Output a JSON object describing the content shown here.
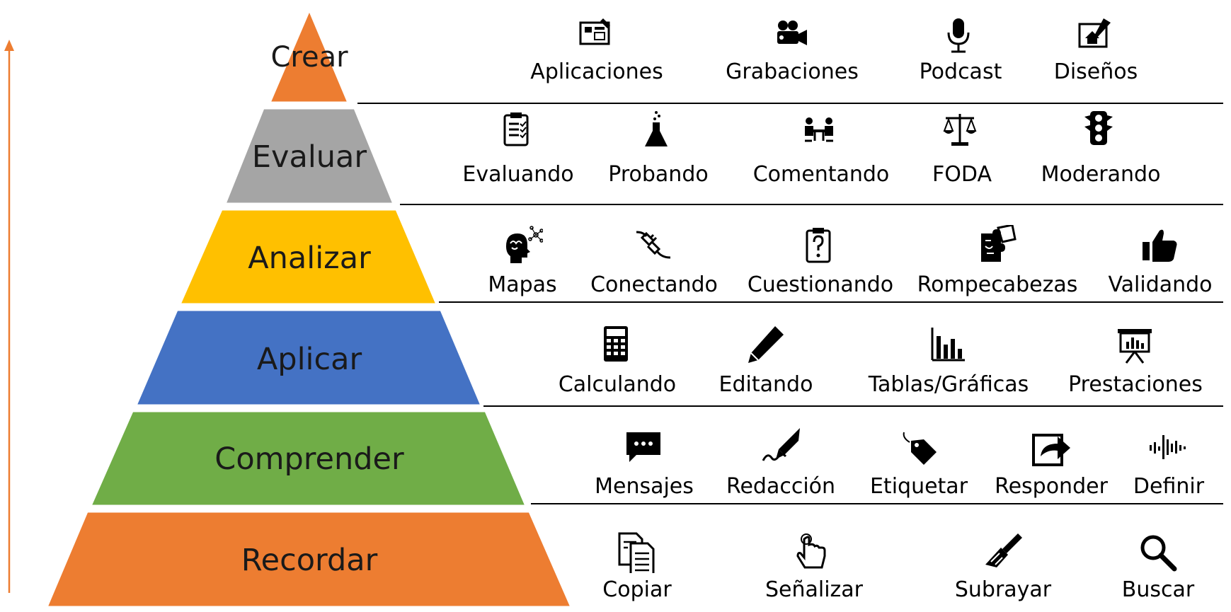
{
  "diagram": {
    "arrow_color": "#ED7D31",
    "separator_color": "#000000",
    "levels": [
      {
        "label": "Crear",
        "color": "#ED7D31",
        "items": [
          {
            "label": "Aplicaciones",
            "icon": "blueprint-icon"
          },
          {
            "label": "Grabaciones",
            "icon": "video-camera-icon"
          },
          {
            "label": "Podcast",
            "icon": "microphone-icon"
          },
          {
            "label": "Diseños",
            "icon": "house-design-icon"
          }
        ]
      },
      {
        "label": "Evaluar",
        "color": "#A5A5A5",
        "items": [
          {
            "label": "Evaluando",
            "icon": "checklist-icon"
          },
          {
            "label": "Probando",
            "icon": "flask-icon"
          },
          {
            "label": "Comentando",
            "icon": "meeting-icon"
          },
          {
            "label": "FODA",
            "icon": "scales-icon"
          },
          {
            "label": "Moderando",
            "icon": "traffic-light-icon"
          }
        ]
      },
      {
        "label": "Analizar",
        "color": "#FFC000",
        "items": [
          {
            "label": "Mapas",
            "icon": "brain-network-icon"
          },
          {
            "label": "Conectando",
            "icon": "plug-icon"
          },
          {
            "label": "Cuestionando",
            "icon": "question-clipboard-icon"
          },
          {
            "label": "Rompecabezas",
            "icon": "puzzle-icon"
          },
          {
            "label": "Validando",
            "icon": "thumbs-up-icon"
          }
        ]
      },
      {
        "label": "Aplicar",
        "color": "#4472C4",
        "items": [
          {
            "label": "Calculando",
            "icon": "calculator-icon"
          },
          {
            "label": "Editando",
            "icon": "pencil-icon"
          },
          {
            "label": "Tablas/Gráficas",
            "icon": "bar-chart-icon"
          },
          {
            "label": "Prestaciones",
            "icon": "presentation-icon"
          }
        ]
      },
      {
        "label": "Comprender",
        "color": "#70AD47",
        "items": [
          {
            "label": "Mensajes",
            "icon": "chat-bubble-icon"
          },
          {
            "label": "Redacción",
            "icon": "fountain-pen-icon"
          },
          {
            "label": "Etiquetar",
            "icon": "tag-icon"
          },
          {
            "label": "Responder",
            "icon": "share-icon"
          },
          {
            "label": "Definir",
            "icon": "sound-wave-icon"
          }
        ]
      },
      {
        "label": "Recordar",
        "color": "#ED7D31",
        "items": [
          {
            "label": "Copiar",
            "icon": "copy-documents-icon"
          },
          {
            "label": "Señalizar",
            "icon": "pointing-hand-icon"
          },
          {
            "label": "Subrayar",
            "icon": "paint-brush-icon"
          },
          {
            "label": "Buscar",
            "icon": "magnifier-icon"
          }
        ]
      }
    ]
  }
}
